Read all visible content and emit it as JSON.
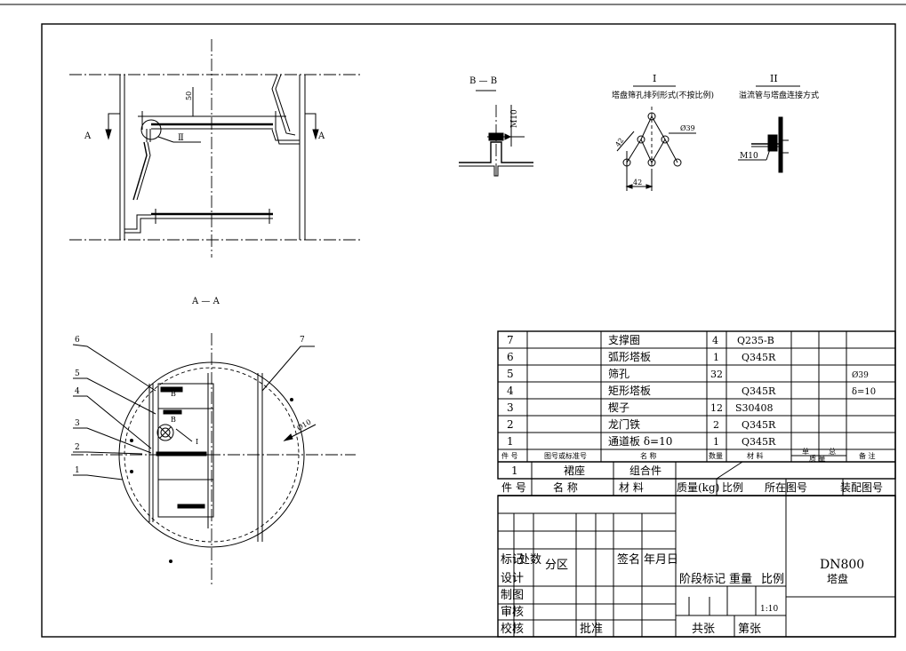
{
  "drawing": {
    "section_label": "B — B",
    "detail_1_label": "I",
    "detail_1_caption": "塔盘筛孔排列形式(不按比例)",
    "detail_1_dim_42": "42",
    "detail_1_dim_phi": "Ø39",
    "detail_2_label": "II",
    "detail_2_caption": "溢流管与塔盘连接方式",
    "bolt_m10": "M10",
    "dim_50": "50",
    "view_a_left": "A",
    "view_a_right": "A",
    "detail_ref_2": "Ⅱ",
    "aa_label": "A — A",
    "b_mark": "B",
    "detail_ref_1": "I",
    "phi10": "Ø10",
    "leaders": [
      "1",
      "2",
      "3",
      "4",
      "5",
      "6",
      "7"
    ]
  },
  "bom": {
    "rows": [
      {
        "no": "7",
        "std": "",
        "name": "支撑圈",
        "qty": "4",
        "material": "Q235-B",
        "remark": ""
      },
      {
        "no": "6",
        "std": "",
        "name": "弧形塔板",
        "qty": "1",
        "material": "Q345R",
        "remark": ""
      },
      {
        "no": "5",
        "std": "",
        "name": "筛孔",
        "qty": "32",
        "material": "",
        "remark": "Ø39"
      },
      {
        "no": "4",
        "std": "",
        "name": "矩形塔板",
        "qty": "",
        "material": "Q345R",
        "remark": "δ=10"
      },
      {
        "no": "3",
        "std": "",
        "name": "楔子",
        "qty": "12",
        "material": "S30408",
        "remark": ""
      },
      {
        "no": "2",
        "std": "",
        "name": "龙门铁",
        "qty": "2",
        "material": "Q345R",
        "remark": ""
      },
      {
        "no": "1",
        "std": "",
        "name": "通道板 δ=10",
        "qty": "1",
        "material": "Q345R",
        "remark": ""
      }
    ],
    "header": {
      "no": "件 号",
      "std": "图号或标准号",
      "name": "名 称",
      "qty": "数量",
      "material": "材 料",
      "unit": "单",
      "total": "总",
      "mass": "质 量",
      "remark": "备 注"
    }
  },
  "title_block": {
    "row1": {
      "no": "1",
      "name": "裙座",
      "material": "组合件"
    },
    "row2": {
      "no": "件 号",
      "name": "名 称",
      "material": "材 料",
      "mass": "质量(kg)",
      "scale": "比例",
      "drawing_no": "所在图号",
      "assembly_no": "装配图号"
    },
    "rev": {
      "mark": "标记",
      "count": "处数",
      "zone": "分区",
      "sign": "签名",
      "date": "年月日"
    },
    "roles": {
      "design": "设计",
      "draw": "制图",
      "review": "审核",
      "check": "校核",
      "approve": "批准"
    },
    "stage_mark": "阶段标记",
    "weight": "重量",
    "ratio": "比例",
    "ratio_value": "1:10",
    "sheets": "共张",
    "sheet_no": "第张",
    "title": "DN800",
    "subtitle": "塔盘"
  }
}
